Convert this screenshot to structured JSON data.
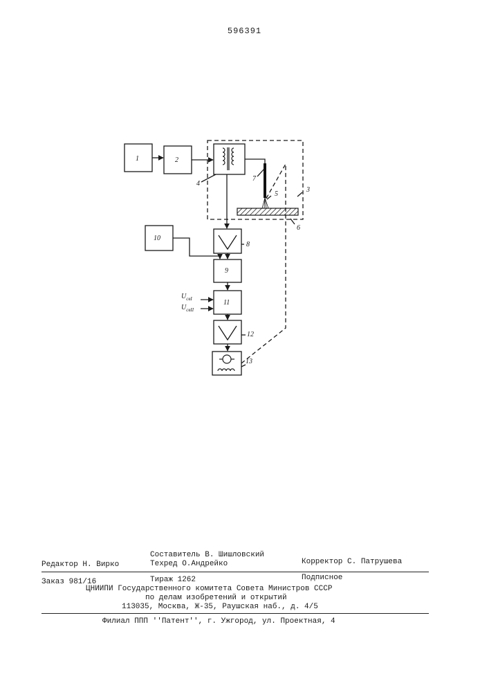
{
  "page_number": "596391",
  "diagram": {
    "labels": {
      "b1": "1",
      "b2": "2",
      "b3": "3",
      "b4": "4",
      "b5": "5",
      "b6": "6",
      "b7": "7",
      "b8": "8",
      "b9": "9",
      "b10": "10",
      "b11": "11",
      "b12": "12",
      "b13": "13",
      "u1": "U",
      "u1_sub": "cвI",
      "u2": "U",
      "u2_sub": "cвII"
    }
  },
  "footer": {
    "editor": "Редактор Н. Вирко",
    "compiler": "Составитель В. Шишловский",
    "techred": "Техред  О.Андрейко",
    "corrector": "Корректор С. Патрушева",
    "order": "Заказ 981/16",
    "circulation": "Тираж 1262",
    "subscription": "Подписное",
    "org_line1": "ЦНИИПИ Государственного комитета Совета Министров СССР",
    "org_line2": "по делам изобретений и открытий",
    "address": "113035, Москва, Ж-35, Раушская наб., д. 4/5",
    "branch": "Филиал ППП ''Патент'', г. Ужгород, ул. Проектная, 4"
  }
}
